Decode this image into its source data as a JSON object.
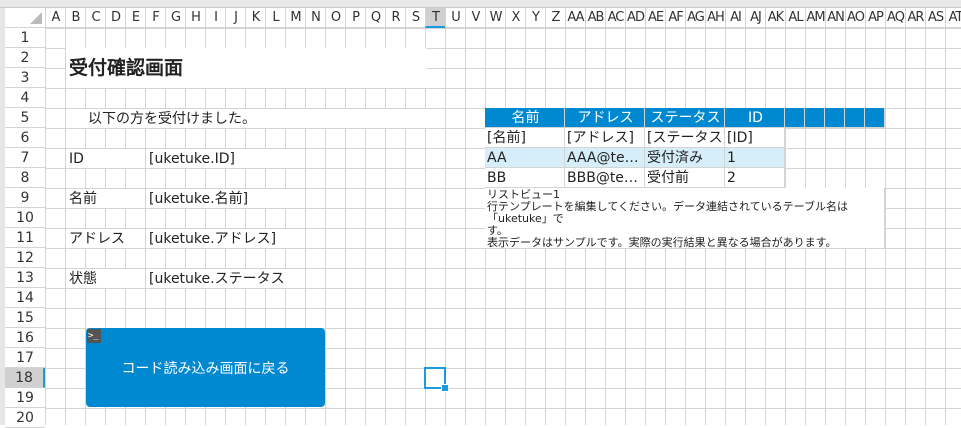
{
  "columns": [
    "A",
    "B",
    "C",
    "D",
    "E",
    "F",
    "G",
    "H",
    "I",
    "J",
    "K",
    "L",
    "M",
    "N",
    "O",
    "P",
    "Q",
    "R",
    "S",
    "T",
    "U",
    "V",
    "W",
    "X",
    "Y",
    "Z",
    "AA",
    "AB",
    "AC",
    "AD",
    "AE",
    "AF",
    "AG",
    "AH",
    "AI",
    "AJ",
    "AK",
    "AL",
    "AM",
    "AN",
    "AO",
    "AP",
    "AQ",
    "AR",
    "AS",
    "AT"
  ],
  "rows": [
    "1",
    "2",
    "3",
    "4",
    "5",
    "6",
    "7",
    "8",
    "9",
    "10",
    "11",
    "12",
    "13",
    "14",
    "15",
    "16",
    "17",
    "18",
    "19",
    "20"
  ],
  "selected_column": "T",
  "selected_row": "18",
  "title": "受付確認画面",
  "message": "以下の方を受付けました。",
  "fields": [
    {
      "label": "ID",
      "value": "[uketuke.ID]"
    },
    {
      "label": "名前",
      "value": "[uketuke.名前]"
    },
    {
      "label": "アドレス",
      "value": "[uketuke.アドレス]"
    },
    {
      "label": "状態",
      "value": "[uketuke.ステータス]"
    }
  ],
  "button": {
    "label": "コード読み込み画面に戻る",
    "icon": "terminal-icon"
  },
  "listview": {
    "headers": [
      "名前",
      "アドレス",
      "ステータス",
      "ID"
    ],
    "template": [
      "[名前]",
      "[アドレス]",
      "[ステータス]",
      "[ID]"
    ],
    "rows": [
      [
        "AA",
        "AAA@te…",
        "受付済み",
        "1"
      ],
      [
        "BB",
        "BBB@te…",
        "受付前",
        "2"
      ]
    ],
    "desc": [
      "リストビュー1",
      "行テンプレートを編集してください。データ連結されているテーブル名は「uketuke」で",
      "す。",
      "表示データはサンプルです。実際の実行結果と異なる場合があります。"
    ]
  },
  "colors": {
    "accent": "#0088d1",
    "selected_row": "#d5eefa"
  }
}
